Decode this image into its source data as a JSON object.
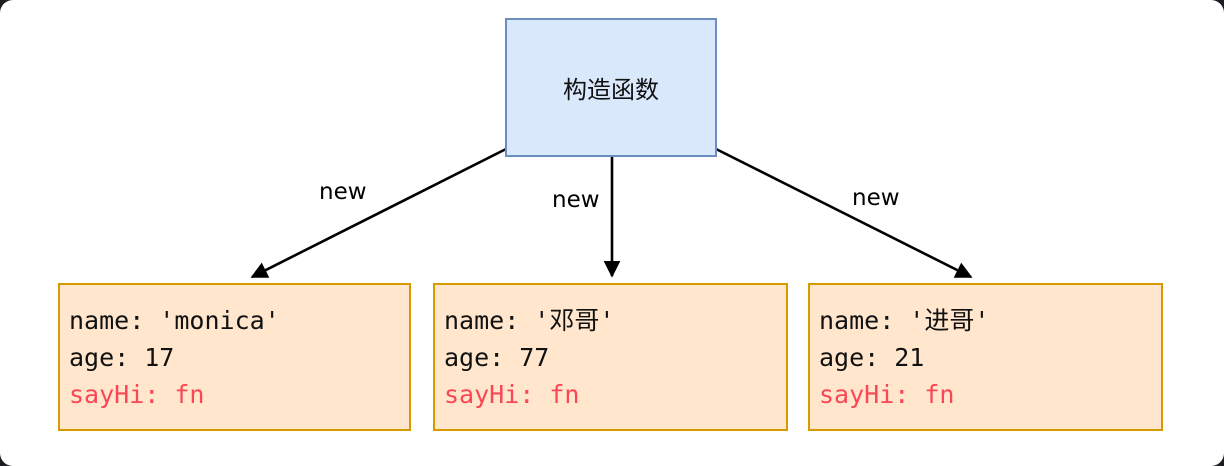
{
  "diagram": {
    "constructor_box": {
      "label": "构造函数"
    },
    "edges": [
      {
        "label": "new",
        "from": "constructor",
        "to": "instance-monica"
      },
      {
        "label": "new",
        "from": "constructor",
        "to": "instance-denge"
      },
      {
        "label": "new",
        "from": "constructor",
        "to": "instance-jinge"
      }
    ],
    "instances": [
      {
        "name_line": "name: 'monica'",
        "age_line": "age: 17",
        "sayhi_line": "sayHi: fn"
      },
      {
        "name_line": "name: '邓哥'",
        "age_line": "age: 77",
        "sayhi_line": "sayHi: fn"
      },
      {
        "name_line": "name: '进哥'",
        "age_line": "age: 21",
        "sayhi_line": "sayHi: fn"
      }
    ],
    "colors": {
      "constructor_fill": "#dae8fc",
      "constructor_border": "#6c8ebf",
      "instance_fill": "#ffe6cc",
      "instance_border": "#d79b00",
      "function_text": "#fa4655",
      "text": "#111111",
      "arrow": "#000000"
    }
  }
}
